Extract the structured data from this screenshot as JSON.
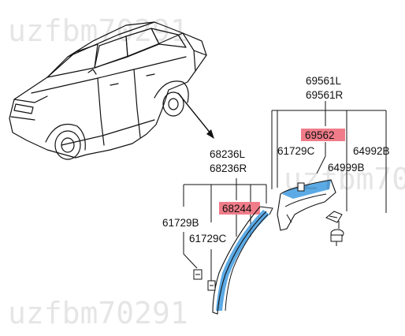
{
  "watermark": {
    "text": "uzfbm70291"
  },
  "colors": {
    "highlight_fill": "#f07c89",
    "highlight_part": "#3f9be0",
    "line": "#111111",
    "watermark": "#cccccc"
  },
  "rear_group": {
    "header_top": "69561L",
    "header_bottom": "69561R",
    "highlighted_part": "69562",
    "parts": {
      "clip_c": "61729C",
      "screw": "64992B",
      "grommet": "64999B"
    }
  },
  "front_group": {
    "header_top": "68236L",
    "header_bottom": "68236R",
    "highlighted_part": "68244",
    "parts": {
      "clip_b": "61729B",
      "clip_c": "61729C"
    }
  }
}
